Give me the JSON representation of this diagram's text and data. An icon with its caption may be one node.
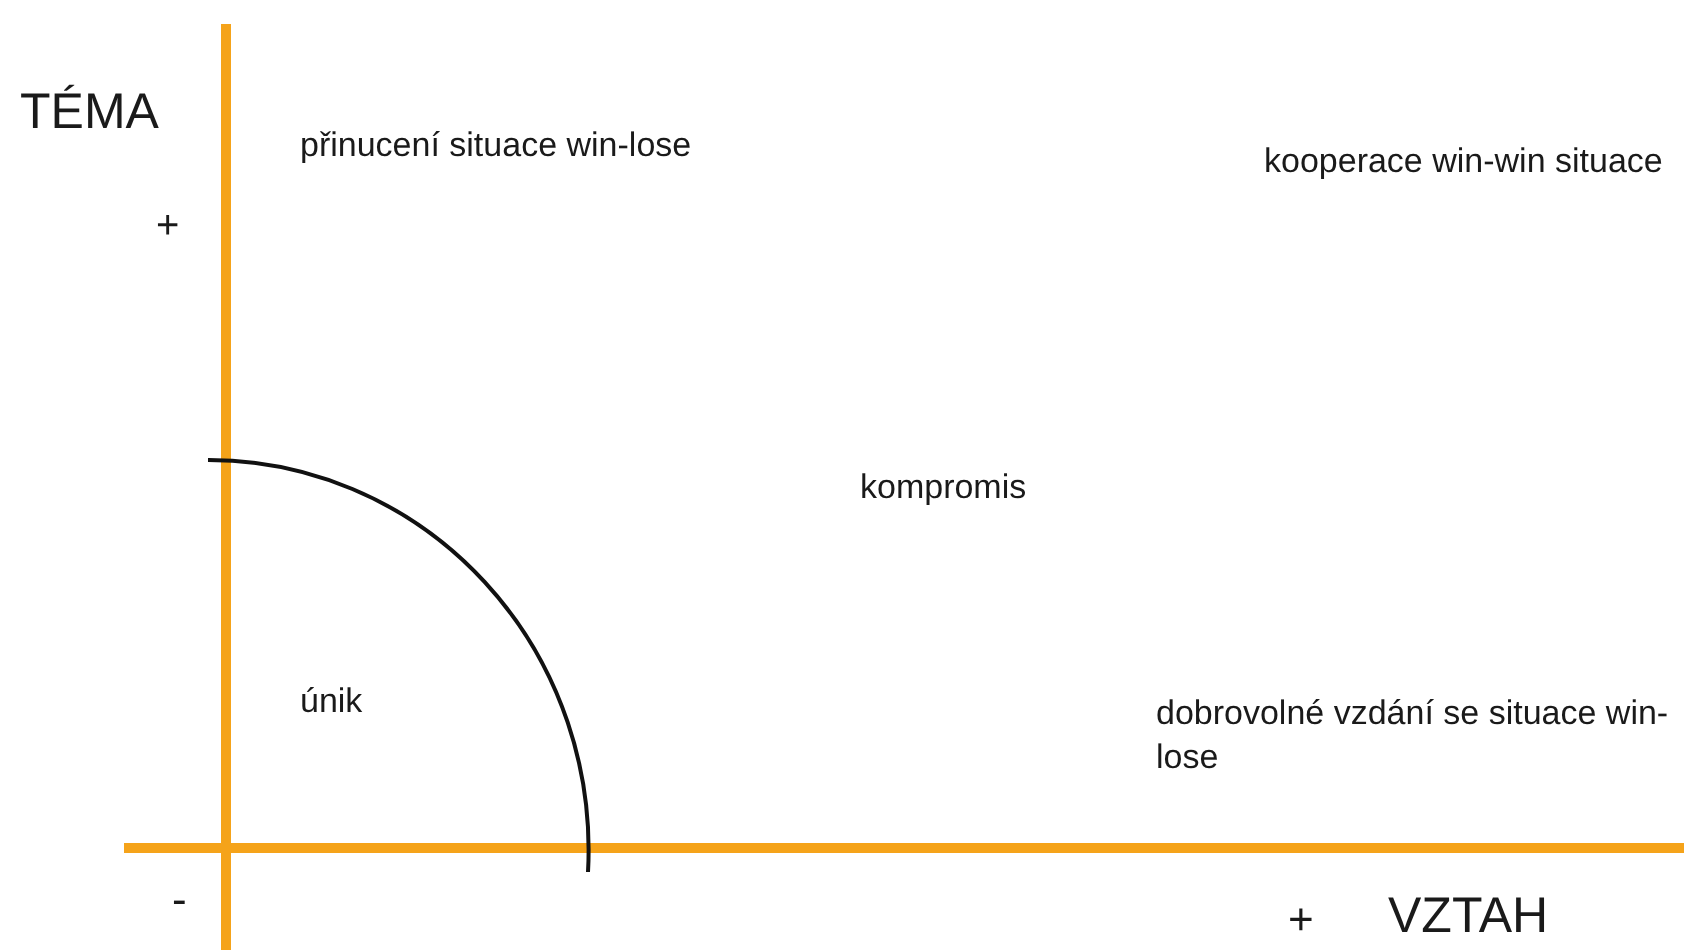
{
  "diagram": {
    "labels": [
      "TÉMA",
      "+",
      "přinucení situace win-lose",
      "kooperace win-win situace",
      "kompromis",
      "únik",
      "dobrovolné vzdání se situace win-lose",
      "-",
      "+",
      "VZTAH"
    ]
  }
}
